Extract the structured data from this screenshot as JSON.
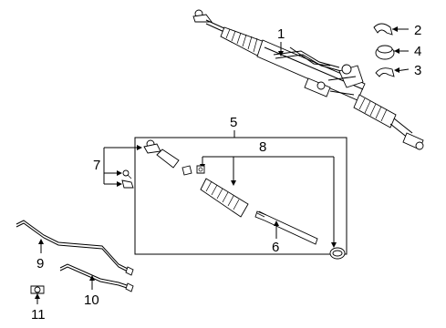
{
  "colors": {
    "ink": "#000000",
    "paper": "#ffffff"
  },
  "callouts": {
    "c1": "1",
    "c2": "2",
    "c3": "3",
    "c4": "4",
    "c5": "5",
    "c6": "6",
    "c7": "7",
    "c8": "8",
    "c9": "9",
    "c10": "10",
    "c11": "11"
  }
}
